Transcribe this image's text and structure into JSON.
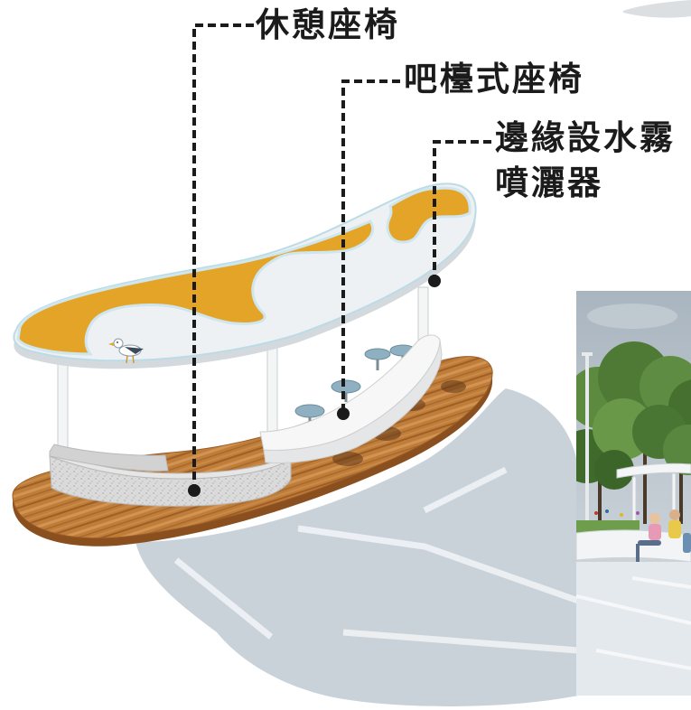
{
  "labels": {
    "rest_seating": "休憩座椅",
    "bar_seating": "吧檯式座椅",
    "mist_sprayer_line1": "邊緣設水霧",
    "mist_sprayer_line2": "噴灑器"
  },
  "colors": {
    "canopy_accent": "#E3A428",
    "canopy_base": "#EEF1F3",
    "shadow": "#CAD2D9",
    "leader_line": "#1B1B1B",
    "stool": "#8FB0C0"
  }
}
